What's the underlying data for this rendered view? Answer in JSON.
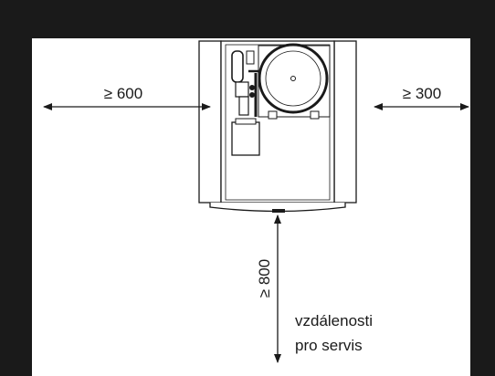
{
  "dimensions": {
    "left": "≥ 600",
    "right": "≥ 300",
    "front": "≥ 800"
  },
  "note": {
    "line1": "vzdálenosti",
    "line2": "pro servis"
  },
  "colors": {
    "wall": "#1a1a1a",
    "background": "#ffffff",
    "line": "#1a1a1a"
  }
}
